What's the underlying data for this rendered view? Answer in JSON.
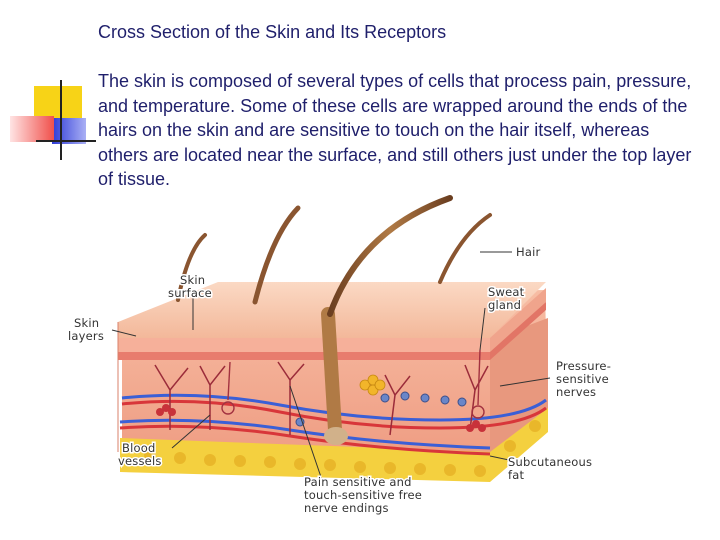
{
  "slide": {
    "title": "Cross Section of the Skin and Its Receptors",
    "body": "The skin is composed of several types of cells that process pain, pressure, and temperature. Some of these cells are wrapped around the ends of the hairs on the skin and are sensitive to touch on the hair itself, whereas others are located near the surface, and still others just under the top layer of tissue."
  },
  "diagram": {
    "labels": {
      "hair": "Hair",
      "skin_surface": [
        "Skin",
        "surface"
      ],
      "sweat_gland": [
        "Sweat",
        "gland"
      ],
      "skin_layers": [
        "Skin",
        "layers"
      ],
      "pressure_nerves": [
        "Pressure-",
        "sensitive",
        "nerves"
      ],
      "blood_vessels": [
        "Blood",
        "vessels"
      ],
      "subcutaneous_fat": [
        "Subcutaneous",
        "fat"
      ],
      "pain_endings": [
        "Pain sensitive and",
        "touch-sensitive free",
        "nerve endings"
      ]
    }
  },
  "colors": {
    "title_text": "#1f1f6b",
    "accent_yellow": "#f7d317",
    "accent_red": "#f0504b",
    "accent_blue": "#2e3bd6",
    "skin_surface": "#f6c2a6",
    "dermis": "#f2a488",
    "fat": "#f4d03f",
    "hair": "#8a5530"
  }
}
